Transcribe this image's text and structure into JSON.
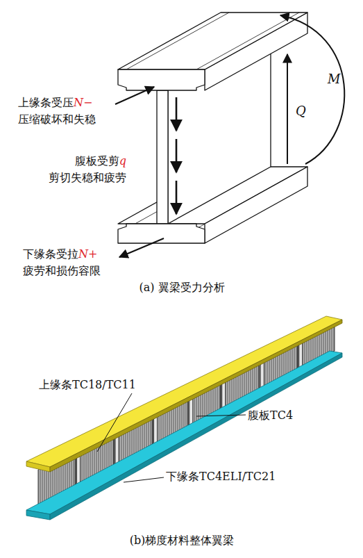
{
  "diagram": {
    "labels": [
      "上缘条受压",
      "N−",
      "压缩破坏和失稳",
      "腹板受剪",
      "q",
      "剪切失稳和疲劳",
      "下缘条受拉",
      "N+",
      "疲劳和损伤容限",
      "Q",
      "M",
      "(a) 翼梁受力分析",
      "上缘条TC18/TC11",
      "腹板TC4",
      "下缘条TC4ELI/TC21",
      "(b)梯度材料整体翼梁"
    ]
  }
}
